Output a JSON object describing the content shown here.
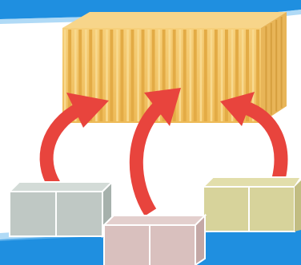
{
  "colors": {
    "background_top": "#ffffff",
    "background_bottom": "#2d8fd6",
    "blue_band": "#1f8fe0",
    "container_front": "#f2c56a",
    "container_front_rib_dark": "#e3ab45",
    "container_front_rib_light": "#f8d98e",
    "container_top": "#f7d58a",
    "container_side": "#e8b558",
    "arrow_red": "#e8443d",
    "box_gray": "#bfc8c4",
    "box_gray_dark": "#a6b1ac",
    "box_pink": "#d9c0be",
    "box_pink_dark": "#c4a8a6",
    "box_olive": "#d7d39b",
    "box_olive_dark": "#c2bd82",
    "box_outline": "#ffffff"
  },
  "illustration": {
    "container": "shipping-container",
    "arrows": [
      "curved-arrow-left",
      "curved-arrow-middle",
      "curved-arrow-right"
    ],
    "boxes": [
      "gray-box-pair",
      "pink-box-pair",
      "olive-box-pair"
    ]
  }
}
